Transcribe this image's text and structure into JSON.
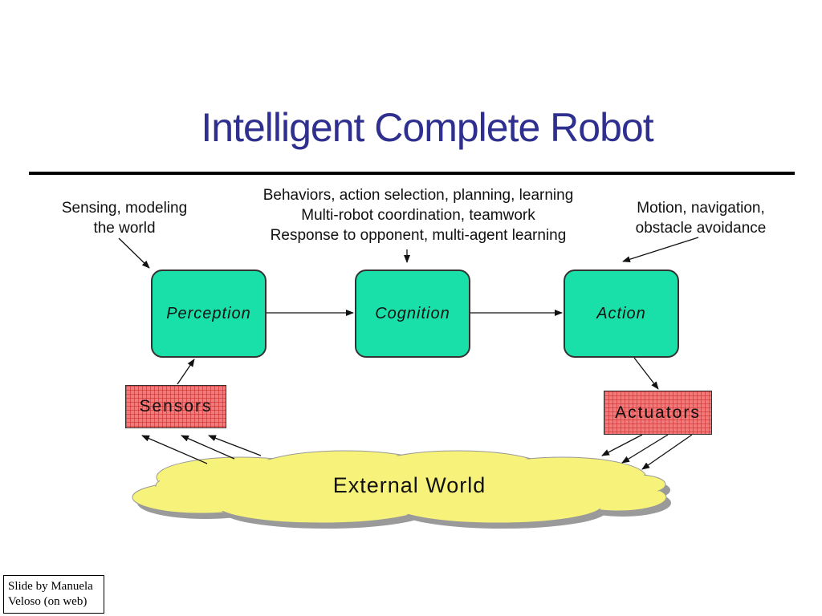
{
  "title": "Intelligent Complete Robot",
  "notes": {
    "perception": [
      "Sensing, modeling",
      "the world"
    ],
    "cognition": [
      "Behaviors, action selection, planning, learning",
      "Multi-robot coordination, teamwork",
      "Response to opponent, multi-agent learning"
    ],
    "action": [
      "Motion, navigation,",
      "obstacle avoidance"
    ]
  },
  "boxes": {
    "perception": "Perception",
    "cognition": "Cognition",
    "action": "Action"
  },
  "hardware": {
    "sensors": "Sensors",
    "actuators": "Actuators"
  },
  "world": "External World",
  "credit": [
    "Slide by Manuela",
    "Veloso (on web)"
  ],
  "colors": {
    "title": "#2e2f8f",
    "box_fill": "#19e0a8",
    "hardware_fill": "#f27a7a",
    "cloud_fill": "#f7f37a",
    "cloud_shadow": "#9a9a9a"
  }
}
